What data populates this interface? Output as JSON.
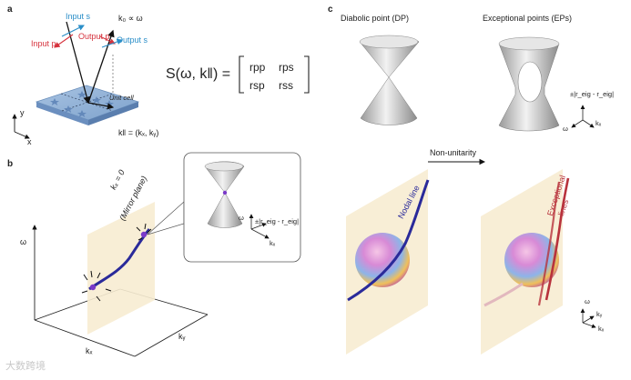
{
  "panel_a": {
    "letter": "a",
    "input_s": "Input s",
    "input_p": "Input p",
    "output_p": "Output p",
    "output_s": "Output s",
    "k0_relation": "k₀ ∝ ω",
    "unit_cell": "Unit cell",
    "axis_x": "x",
    "axis_y": "y",
    "k_parallel": "k‖ = (kₓ, kᵧ)",
    "smatrix_lhs": "S(ω, k‖) =",
    "smatrix_entries": [
      "rpp",
      "rps",
      "rsp",
      "rss"
    ]
  },
  "panel_b": {
    "letter": "b",
    "mirror_line1": "kₓ = 0",
    "mirror_line2": "(Mirror plane)",
    "axis_omega": "ω",
    "axis_kx": "kₓ",
    "axis_ky": "kᵧ",
    "inset_axis_omega": "ω",
    "inset_axis_kx": "kₓ",
    "inset_label": "±|r_eig - r_eig|"
  },
  "panel_c": {
    "letter": "c",
    "dp_title": "Diabolic point (DP)",
    "ep_title": "Exceptional points (EPs)",
    "arrow_label": "Non-unitarity",
    "nodal_line": "Nodal line",
    "exceptional_lines_1": "Exceptional",
    "exceptional_lines_2": "lines",
    "ep_axis_label": "±|r_eig - r_eig|",
    "ep_axis_omega": "ω",
    "ep_axis_kx": "kₓ",
    "ep_axis_ky": "kᵧ",
    "bottom_axis_omega": "ω",
    "bottom_axis_kx": "kₓ",
    "bottom_axis_ky": "kᵧ"
  },
  "watermark": "大数跨境",
  "colors": {
    "input_s": "#2a8ec8",
    "input_p": "#d6333e",
    "unit_cell": "#8fb1d6",
    "mirror_plane": "#f7ecd2",
    "nodal_line": "#2a2a9a",
    "exceptional_line": "#b8323c"
  }
}
